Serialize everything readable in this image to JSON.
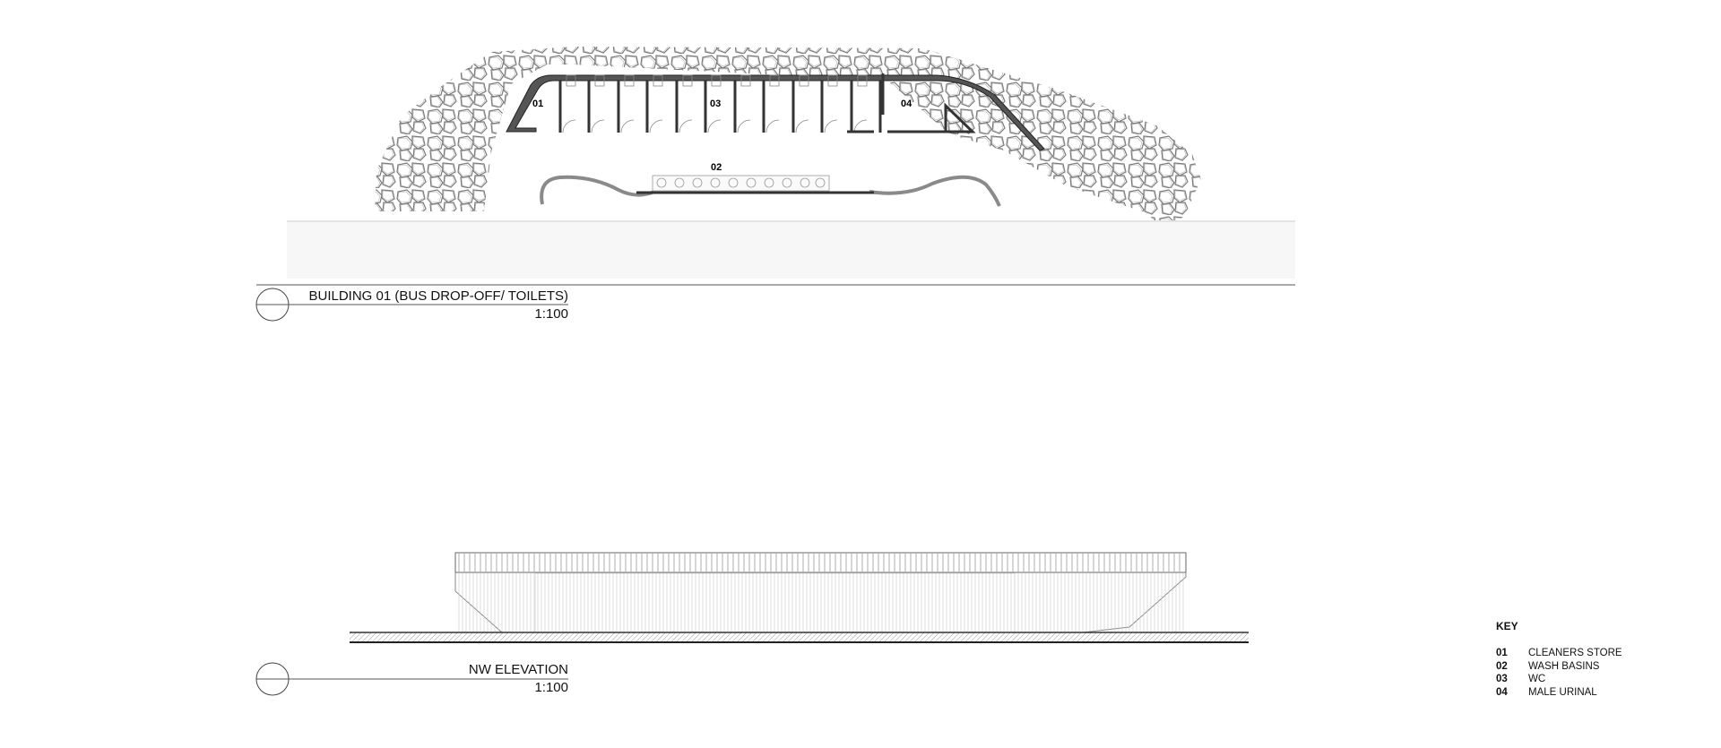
{
  "drawing_1": {
    "title": "BUILDING 01 (BUS DROP-OFF/ TOILETS)",
    "scale": "1:100",
    "room_labels": [
      "01",
      "02",
      "03",
      "04"
    ]
  },
  "drawing_2": {
    "title": "NW ELEVATION",
    "scale": "1:100"
  },
  "key": {
    "title": "KEY",
    "items": [
      {
        "num": "01",
        "label": "CLEANERS STORE"
      },
      {
        "num": "02",
        "label": "WASH BASINS"
      },
      {
        "num": "03",
        "label": "WC"
      },
      {
        "num": "04",
        "label": "MALE URINAL"
      }
    ]
  }
}
